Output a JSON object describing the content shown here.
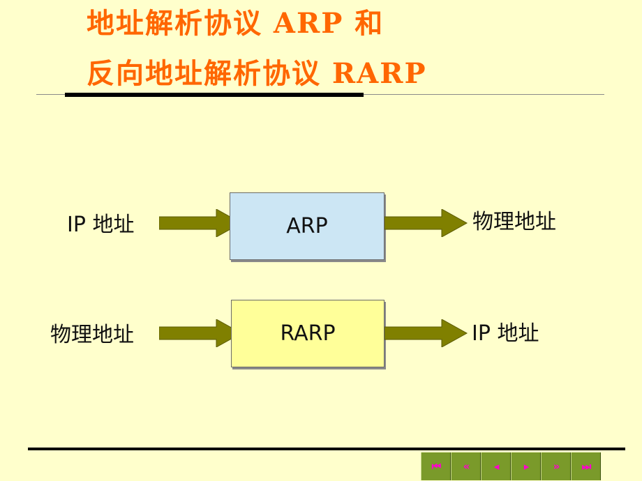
{
  "title": {
    "line1": "地址解析协议 ARP 和",
    "line2": "反向地址解析协议 RARP"
  },
  "diagram": {
    "row1": {
      "input": "IP 地址",
      "box": "ARP",
      "output": "物理地址"
    },
    "row2": {
      "input": "物理地址",
      "box": "RARP",
      "output": "IP 地址"
    }
  },
  "colors": {
    "background": "#FFFFCC",
    "title": "#FF6600",
    "arp_box": "#CCE6F4",
    "rarp_box": "#FFFF99",
    "arrow": "#808000",
    "nav_button": "#7A9A2A",
    "nav_glyph": "#FF00CC"
  },
  "nav": {
    "first": "⏮",
    "prev_fast": "«",
    "prev": "◂",
    "next": "▸",
    "next_fast": "»",
    "last": "⏭"
  }
}
